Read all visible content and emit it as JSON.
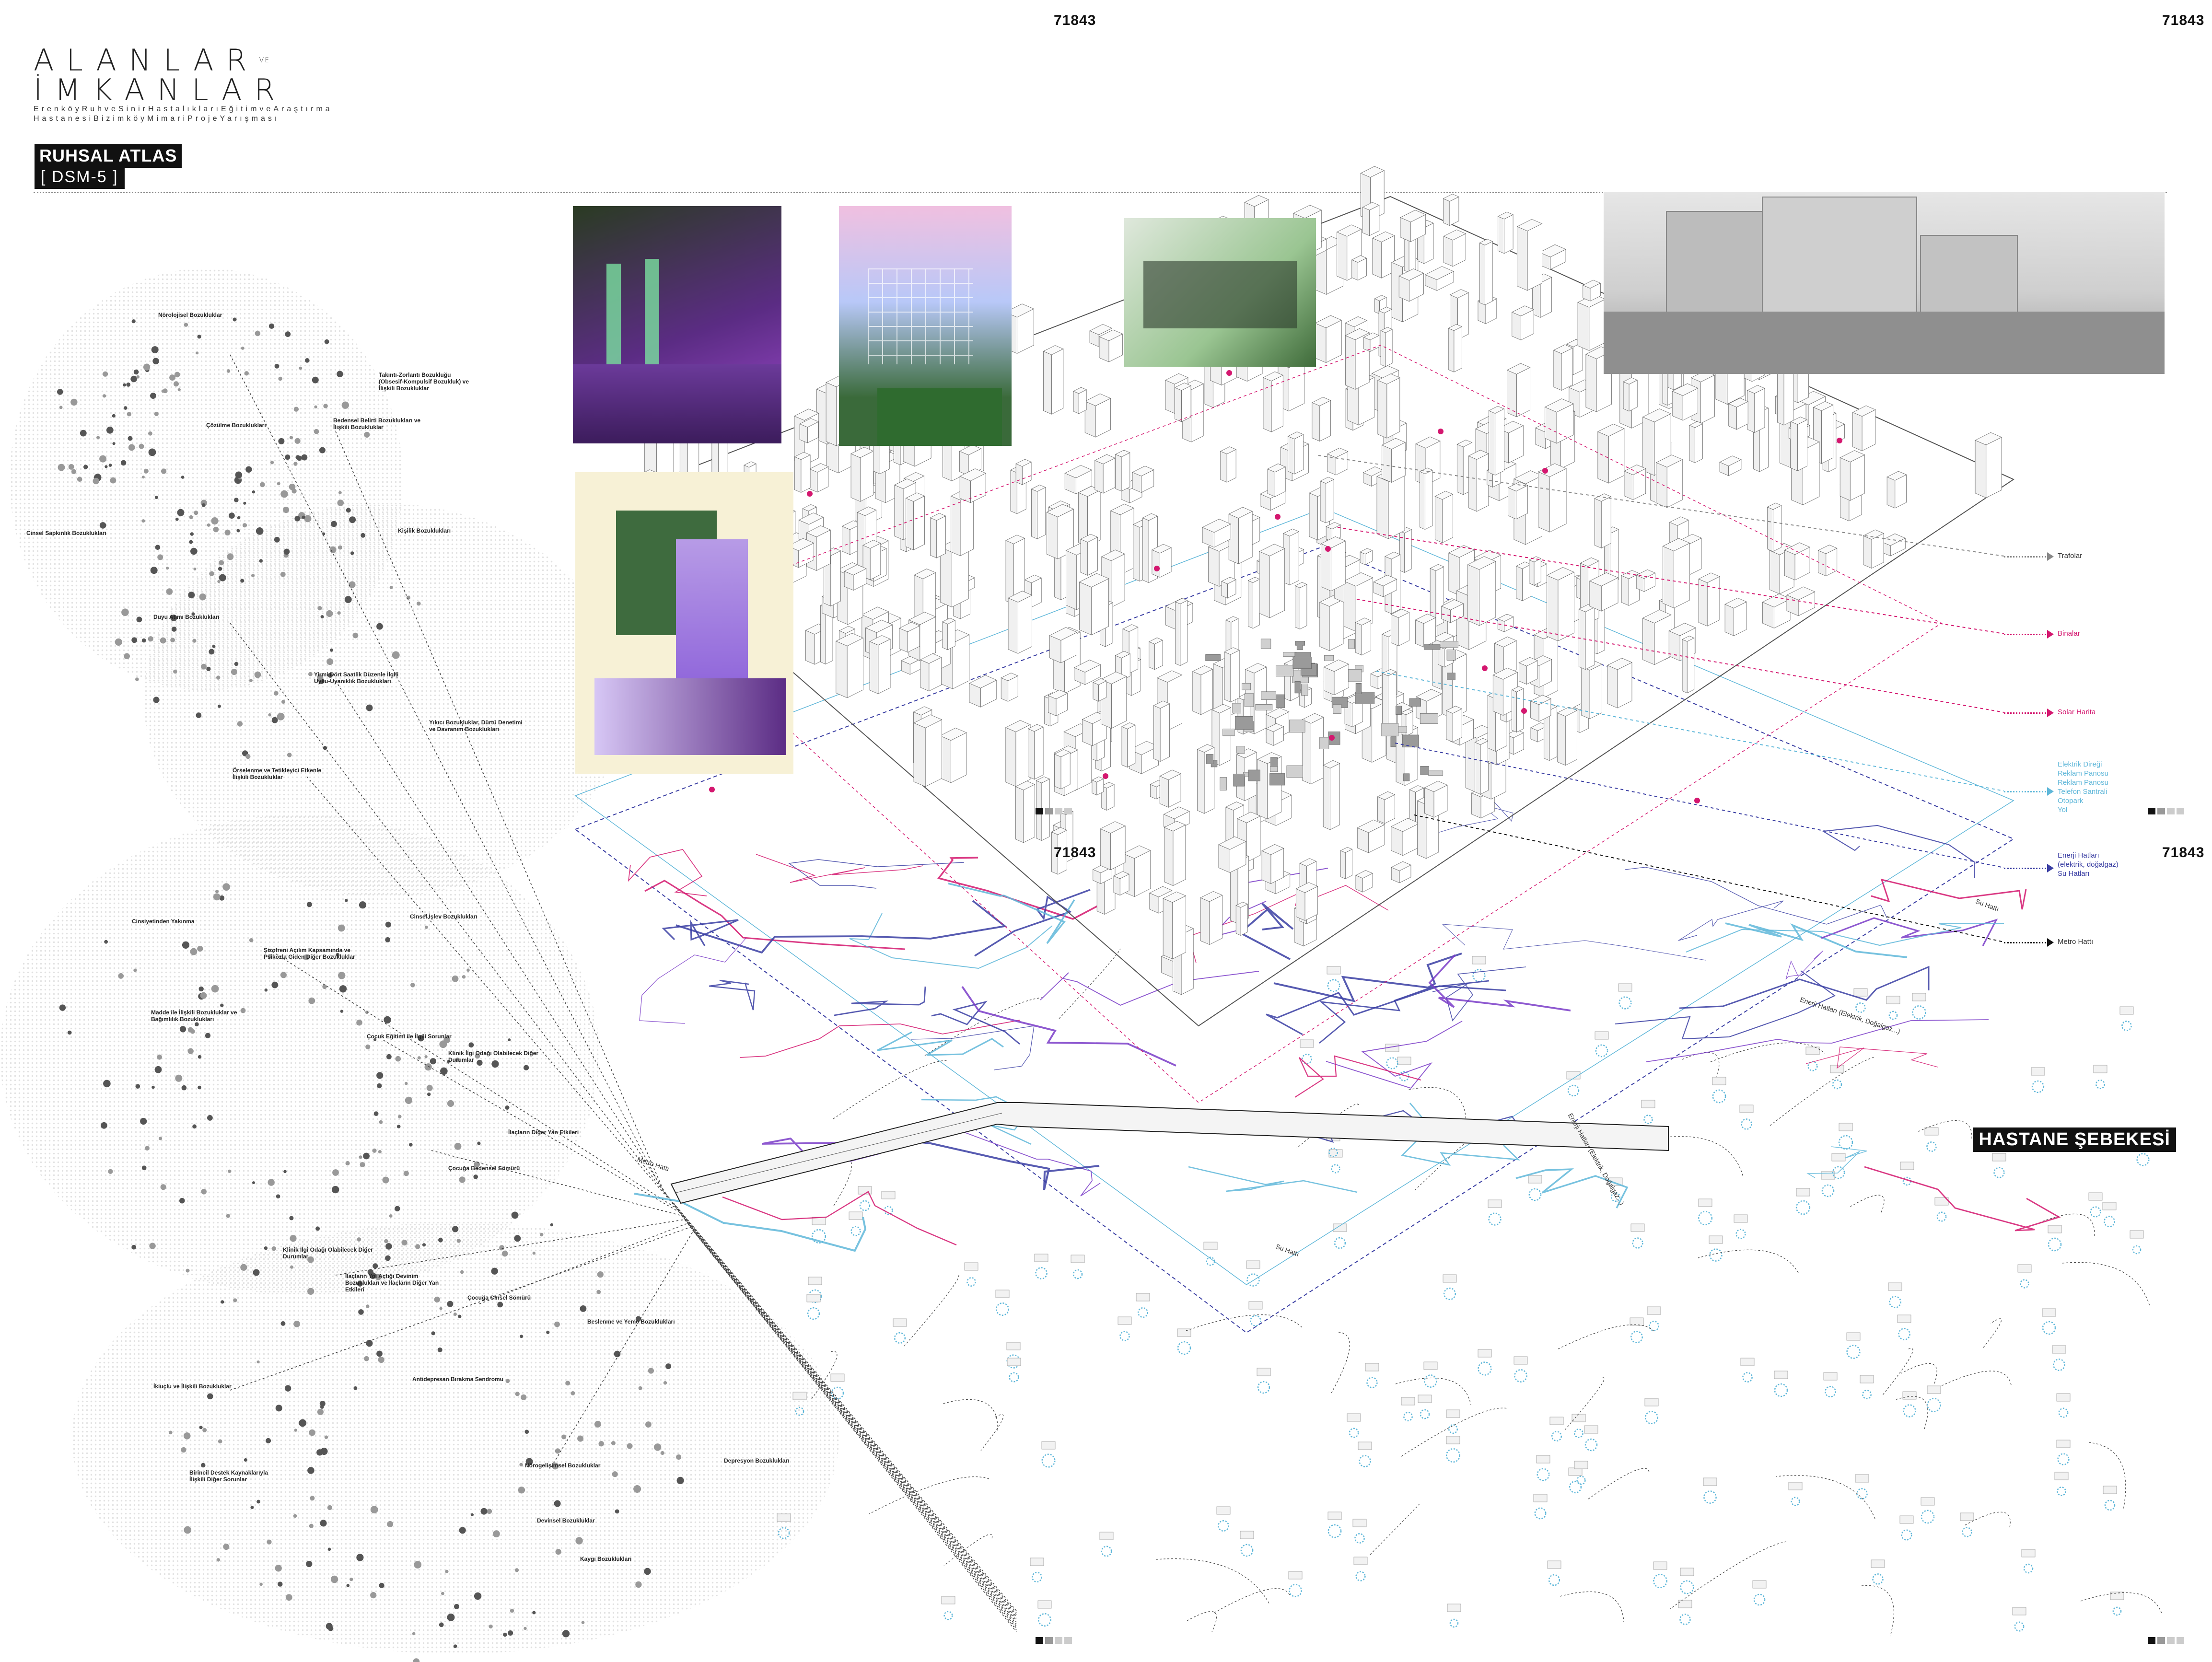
{
  "header": {
    "code": "71843",
    "title_line1": "ALANLAR",
    "title_ve": "VE",
    "title_line2": "İMKANLAR",
    "subtitle": "ErenköyRuhveSinirHastalıklarıEğitimveAraştırma HastanesiBizimköyMimariProjeYarışması",
    "ruhsal_atlas": "RUHSAL ATLAS",
    "dsm": "[ DSM-5 ]"
  },
  "layers": [
    {
      "label": "Trafolar",
      "color": "#888888"
    },
    {
      "label": "Binalar",
      "color": "#d4176f"
    },
    {
      "label": "Solar Harita",
      "color": "#d4176f"
    },
    {
      "label": "Elektrik Direği\nReklam Panosu\nReklam Panosu\nTelefon Santrali\nOtopark\nYol",
      "color": "#5fb7d9"
    },
    {
      "label": "Enerji Hatları (elektrik, doğalgaz)\nSu Hatları",
      "color": "#3a3ea3"
    },
    {
      "label": "Metro Hattı",
      "color": "#111111"
    }
  ],
  "categories": [
    "Nörolojisel Bozukluklar",
    "Takıntı-Zorlantı Bozukluğu (Obsesif-Kompulsif Bozukluk) ve İlişkili Bozukluklar",
    "Çözülme Bozuklukları",
    "Bedensel Belirti Bozuklukları ve İlişkili Bozukluklar",
    "Cinsel Sapkınlık Bozuklukları",
    "Kişilik Bozuklukları",
    "Duyu Atımı Bozuklukları",
    "Yirmi Dört Saatlik Düzenle İlgili Uyku-Uyanıklık Bozuklukları",
    "Yıkıcı Bozukluklar, Dürtü Denetimi ve Davranım Bozuklukları",
    "Örselenme ve Tetikleyici Etkenle İlişkili Bozukluklar",
    "Cinsiyetinden Yakınma",
    "Cinsel İşlev Bozuklukları",
    "Şizofreni Açılım Kapsamında ve Psikozla Giden Diğer Bozukluklar",
    "Madde ile İlişkili Bozukluklar ve Bağımlılık Bozuklukları",
    "Çocuk Eğitimi ile İlgili Sorunlar",
    "Klinik İlgi Odağı Olabilecek Diğer Durumlar",
    "İlaçların Diğer Yan Etkileri",
    "Çocuğa Bedensel Sömürü",
    "Klinik İlgi Odağı Olabilecek Diğer Durumlar",
    "İlaçların Yol Açtığı Devinim Bozuklukları ve İlaçların Diğer Yan Etkileri",
    "Çocuğa Cinsel Sömürü",
    "Beslenme ve Yeme Bozuklukları",
    "Antidepresan Bırakma Sendromu",
    "İkiuçlu ve İlişkili Bozukluklar",
    "Nörogelişimsel Bozukluklar",
    "Depresyon Bozuklukları",
    "Birincil Destek Kaynaklarıyla İlişkili Diğer Sorunlar",
    "Devinsel Bozukluklar",
    "Kaygı Bozuklukları"
  ],
  "map_labels": {
    "metro": "Metro Hattı",
    "energy": "Enerji Hatları (Elektrik, Doğalgaz...)",
    "water": "Su Hattı"
  },
  "network": {
    "title": "HASTANE ŞEBEKESİ"
  },
  "colors": {
    "magenta": "#d4176f",
    "blue": "#3a3ea3",
    "cyan": "#5fb7d9",
    "purple": "#7a3cc8",
    "gray": "#888888"
  }
}
